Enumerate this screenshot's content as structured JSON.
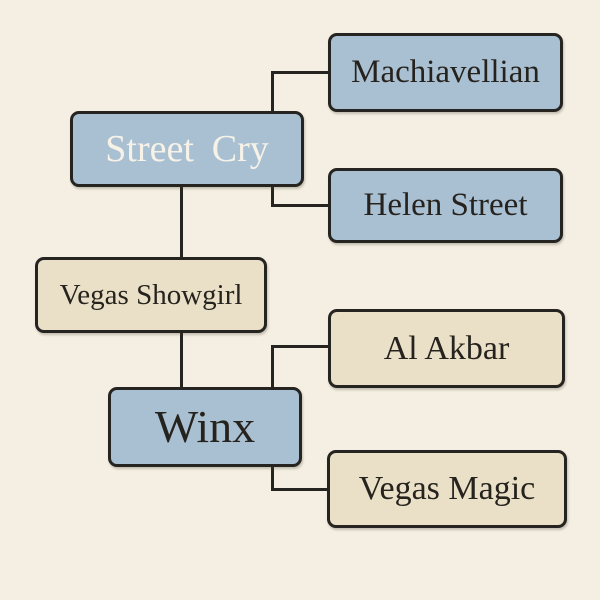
{
  "diagram": {
    "kind": "pedigree-family-tree",
    "colors": {
      "background": "#f4efe2",
      "box_blue": "#a9c0d2",
      "box_cream": "#eae0c8",
      "border": "#262420",
      "text_dark": "#26231e",
      "text_light": "#f6f2e8"
    },
    "nodes": [
      {
        "id": "street-cry",
        "label": "Street Cry",
        "variant": "blue",
        "text": "light"
      },
      {
        "id": "machiavellian",
        "label": "Machiavellian",
        "variant": "blue",
        "text": "dark"
      },
      {
        "id": "helen-street",
        "label": "Helen Street",
        "variant": "blue",
        "text": "dark"
      },
      {
        "id": "vegas-showgirl",
        "label": "Vegas Showgirl",
        "variant": "cream",
        "text": "dark"
      },
      {
        "id": "winx",
        "label": "Winx",
        "variant": "blue",
        "text": "dark"
      },
      {
        "id": "al-akbar",
        "label": "Al Akbar",
        "variant": "cream",
        "text": "dark"
      },
      {
        "id": "vegas-magic",
        "label": "Vegas Magic",
        "variant": "cream",
        "text": "dark"
      }
    ],
    "edges": [
      {
        "from": "street-cry",
        "to": "machiavellian"
      },
      {
        "from": "street-cry",
        "to": "helen-street"
      },
      {
        "from": "street-cry",
        "to": "vegas-showgirl"
      },
      {
        "from": "vegas-showgirl",
        "to": "winx"
      },
      {
        "from": "winx",
        "to": "al-akbar"
      },
      {
        "from": "winx",
        "to": "vegas-magic"
      }
    ]
  }
}
